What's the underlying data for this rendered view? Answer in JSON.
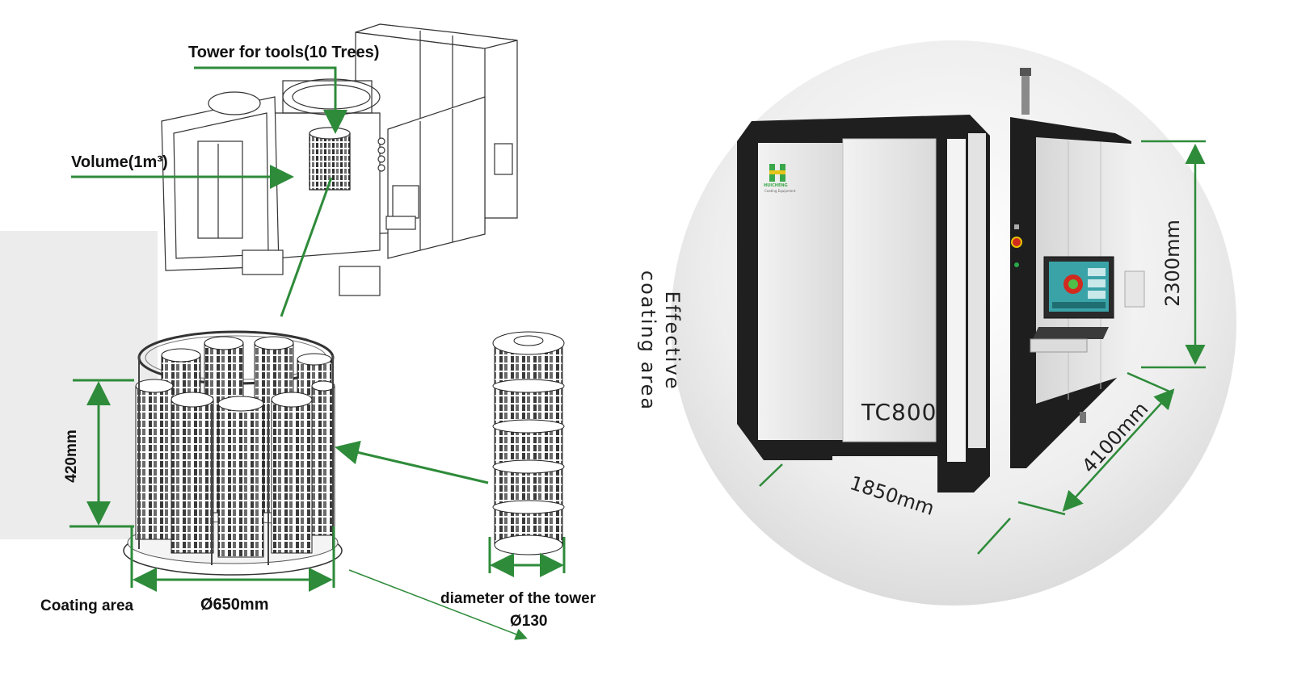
{
  "labels": {
    "tower_tools": "Tower for tools(10 Trees)",
    "volume": "Volume(1m³)",
    "coating_area": "Coating area",
    "diameter_650": "Ø650mm",
    "height_420": "420mm",
    "tower_diameter_line1": "diameter of the tower",
    "tower_diameter_line2": "Ø130",
    "effective_line1": "Effective",
    "effective_line2": "coating area",
    "height_2300": "2300mm",
    "length_4100": "4100mm",
    "width_1850": "1850mm",
    "model": "TC800",
    "brand": "HUICHENG",
    "brand_sub": "Coating Equipment"
  },
  "colors": {
    "accent_green": "#2e8b3a",
    "machine_dark": "#1f1f1f",
    "panel_white": "#eeeeee",
    "screen_teal": "#3aa3a8",
    "estop_red": "#d12a1f",
    "backdrop": "#e6e6e6"
  }
}
